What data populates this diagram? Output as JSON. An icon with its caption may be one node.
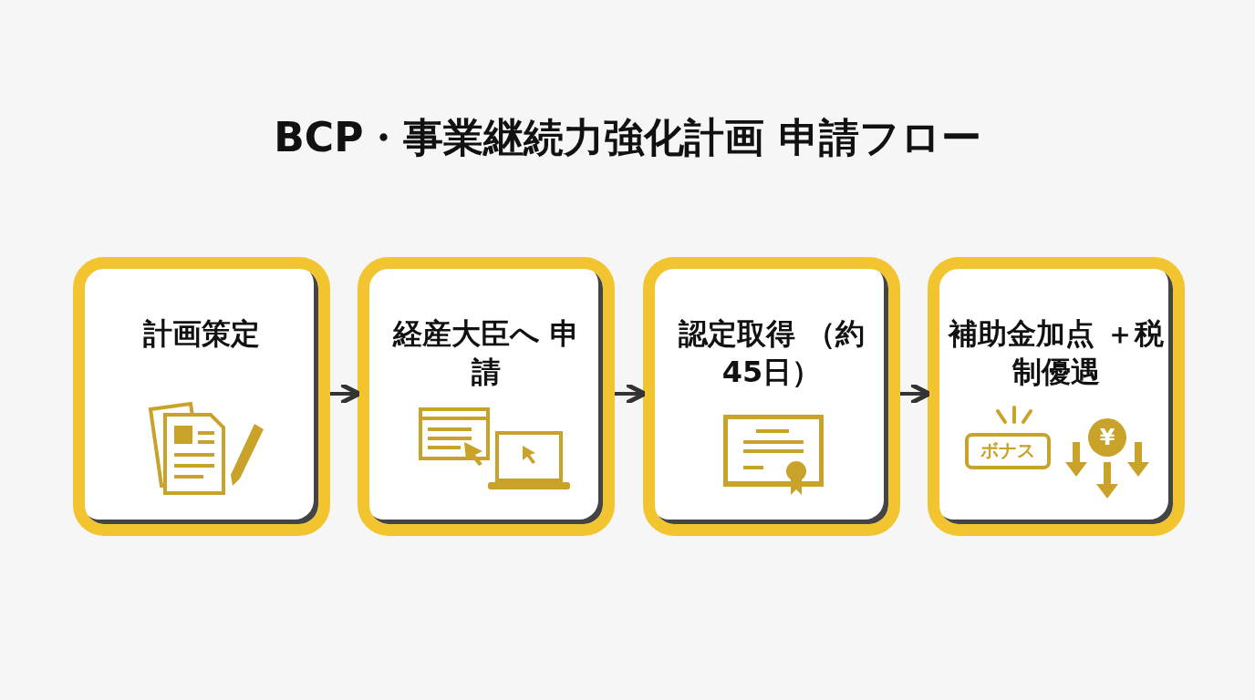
{
  "diagram": {
    "title": "BCP・事業継続力強化計画 申請フロー",
    "nodes": [
      {
        "text": [
          "計画策定"
        ]
      },
      {
        "text": [
          "経産大臣へ 申請"
        ]
      },
      {
        "text": [
          "認定取得 （約45日）"
        ]
      },
      {
        "text": [
          "補助金加点 ＋税制優遇"
        ]
      }
    ],
    "edges": [
      {
        "from": 0,
        "to": 1,
        "arrow": "to"
      },
      {
        "from": 1,
        "to": 2,
        "arrow": "to"
      },
      {
        "from": 2,
        "to": 3,
        "arrow": "to"
      }
    ],
    "labels": [
      "ボナス",
      "¥"
    ]
  }
}
